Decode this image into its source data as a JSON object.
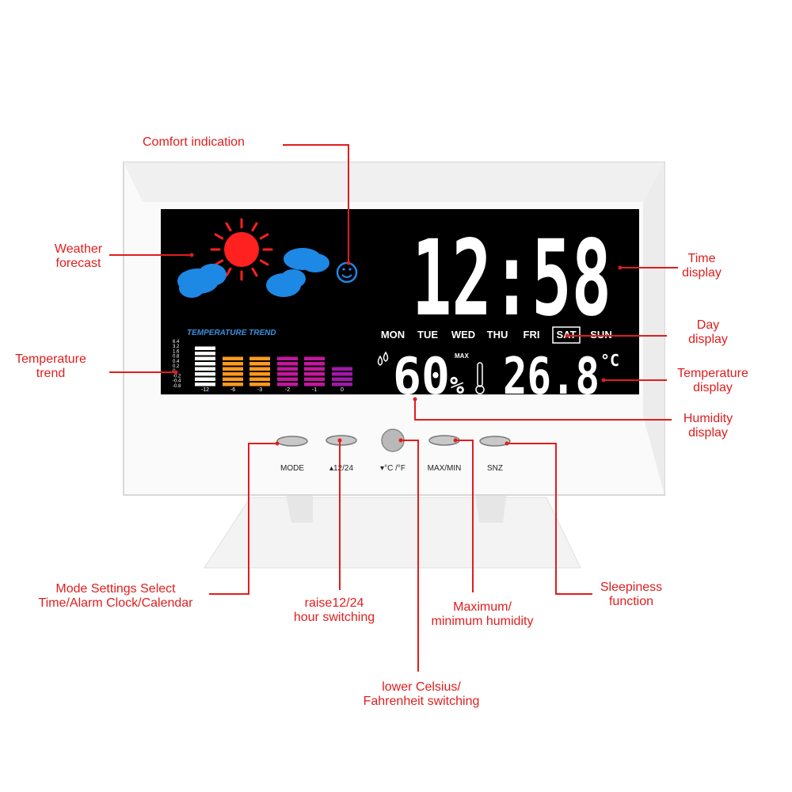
{
  "device": {
    "time": "12:58",
    "days": [
      "MON",
      "TUE",
      "WED",
      "THU",
      "FRI",
      "SAT",
      "SUN"
    ],
    "active_day": "SAT",
    "humidity": "60",
    "humidity_unit": "%",
    "humidity_tag": "MAX",
    "temperature": "26.8",
    "temperature_unit": "°C",
    "trend_title": "TEMPERATURE TREND",
    "trend_axis": [
      "-12",
      "-6",
      "-3",
      "-2",
      "-1",
      "0"
    ],
    "trend_scale": [
      "6.4",
      "3.2",
      "1.6",
      "0.8",
      "0.4",
      "0.2",
      "0",
      "-0.2",
      "-0.4",
      "-0.8"
    ],
    "buttons": [
      {
        "label": "MODE"
      },
      {
        "label": "▴12/24"
      },
      {
        "label": "▾°C /°F"
      },
      {
        "label": "MAX/MIN"
      },
      {
        "label": "SNZ"
      }
    ]
  },
  "callouts": {
    "comfort": "Comfort indication",
    "weather": "Weather\nforecast",
    "time": "Time\ndisplay",
    "day": "Day\ndisplay",
    "temp_trend": "Temperature\ntrend",
    "temp_display": "Temperature\ndisplay",
    "humidity": "Humidity\ndisplay",
    "mode": "Mode Settings Select\nTime/Alarm Clock/Calendar",
    "raise": "raise12/24\nhour switching",
    "lower": "lower Celsius/\nFahrenheit switching",
    "maxmin": "Maximum/\nminimum humidity",
    "sleep": "Sleepiness\nfunction"
  },
  "colors": {
    "callout": "#e11d1d",
    "sun": "#ff2020",
    "cloud": "#1e88e5",
    "screen": "#000000",
    "trend_white": "#ffffff",
    "trend_orange": "#ff9a1f",
    "trend_magenta": "#c2189c",
    "trend_purple": "#a01aa8"
  }
}
